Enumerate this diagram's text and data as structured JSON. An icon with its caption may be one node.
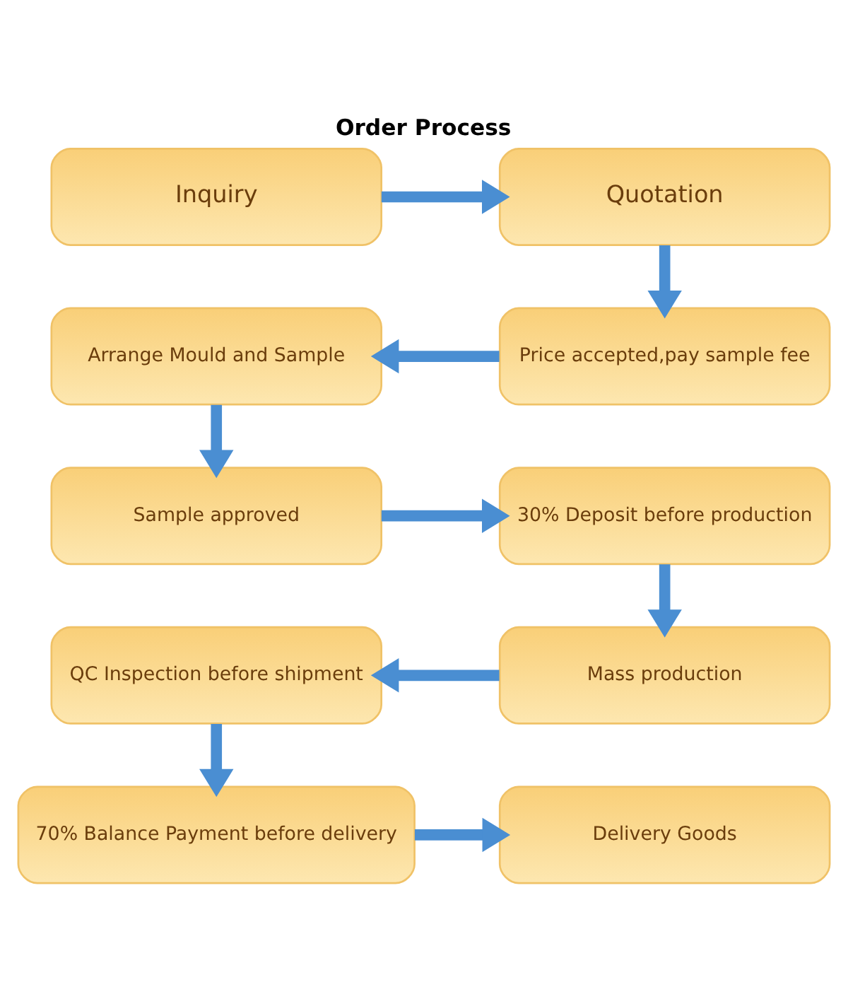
{
  "diagram": {
    "title": "Order Process",
    "nodes": [
      {
        "text": [
          "Inquiry"
        ]
      },
      {
        "text": [
          "Quotation"
        ]
      },
      {
        "text": [
          "Arrange Mould and Sample"
        ]
      },
      {
        "text": [
          "Price accepted,pay sample fee"
        ]
      },
      {
        "text": [
          "Sample approved"
        ]
      },
      {
        "text": [
          "30% Deposit before production"
        ]
      },
      {
        "text": [
          "QC Inspection before shipment"
        ]
      },
      {
        "text": [
          "Mass production"
        ]
      },
      {
        "text": [
          "70% Balance Payment before delivery"
        ]
      },
      {
        "text": [
          "Delivery Goods"
        ]
      }
    ],
    "edges": [
      {
        "from": 0,
        "to": 1,
        "arrow": "to"
      },
      {
        "from": 1,
        "to": 3,
        "arrow": "to"
      },
      {
        "from": 3,
        "to": 2,
        "arrow": "to"
      },
      {
        "from": 2,
        "to": 4,
        "arrow": "to"
      },
      {
        "from": 4,
        "to": 5,
        "arrow": "to"
      },
      {
        "from": 5,
        "to": 7,
        "arrow": "to"
      },
      {
        "from": 7,
        "to": 6,
        "arrow": "to"
      },
      {
        "from": 6,
        "to": 8,
        "arrow": "to"
      },
      {
        "from": 8,
        "to": 9,
        "arrow": "to"
      }
    ]
  }
}
